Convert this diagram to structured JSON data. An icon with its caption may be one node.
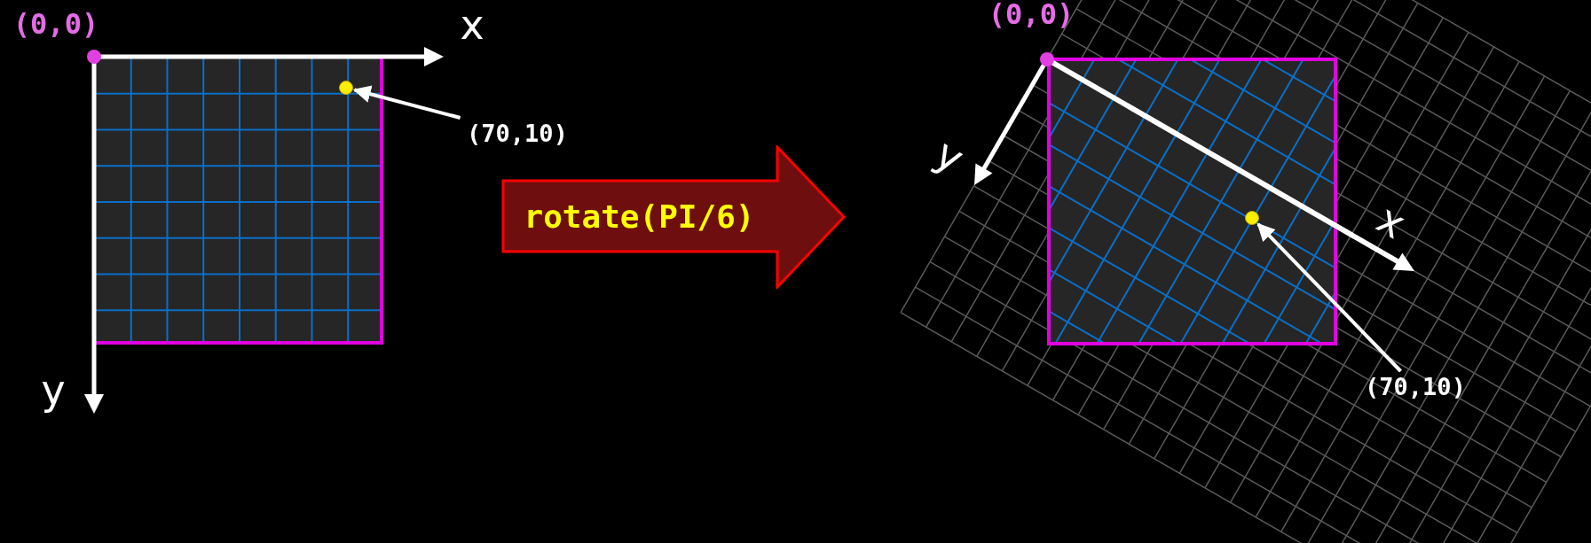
{
  "diagram": {
    "nodes": [
      {
        "text": [],
        "shape": "box"
      },
      {
        "text": [],
        "shape": "circle",
        "in": 0
      },
      {
        "text": [
          "(70,10)"
        ]
      },
      {
        "text": [
          "rotate(PI/6)"
        ]
      },
      {
        "text": [],
        "shape": "box"
      },
      {
        "text": [],
        "shape": "circle",
        "in": 4
      },
      {
        "text": [
          "(70,10)"
        ]
      }
    ],
    "edges": [
      {
        "from": 2,
        "to": 1,
        "arrow": "to"
      },
      {
        "from": 6,
        "to": 5,
        "arrow": "to"
      }
    ],
    "labels": [
      "(0,0)",
      "x",
      "y",
      "(0,0)",
      "y",
      "x"
    ]
  }
}
